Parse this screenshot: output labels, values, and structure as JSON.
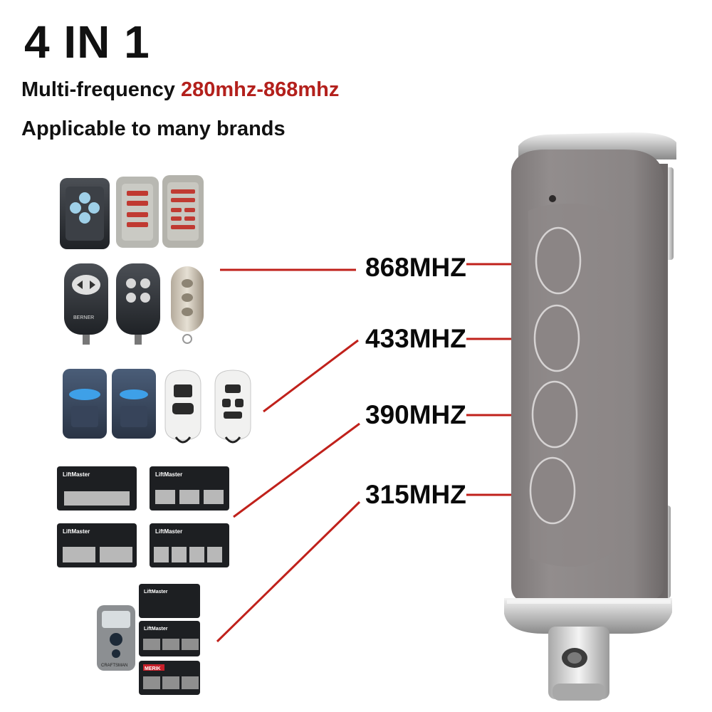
{
  "header": {
    "headline": "4 IN 1",
    "multi_prefix": "Multi-frequency",
    "multi_range": "280mhz-868mhz",
    "applicable": "Applicable to many brands"
  },
  "frequencies": [
    "868MHZ",
    "433MHZ",
    "390MHZ",
    "315MHZ"
  ],
  "remote_brand_labels": {
    "berner": "BERNER",
    "liftmaster": "LiftMaster",
    "merik": "MERIK",
    "craftsman": "CRAFTSMAN"
  },
  "colors": {
    "accent": "#b3201c",
    "connector": "#c0211b",
    "remote_body": "#8e8888",
    "chrome": "#d9d9d9"
  }
}
